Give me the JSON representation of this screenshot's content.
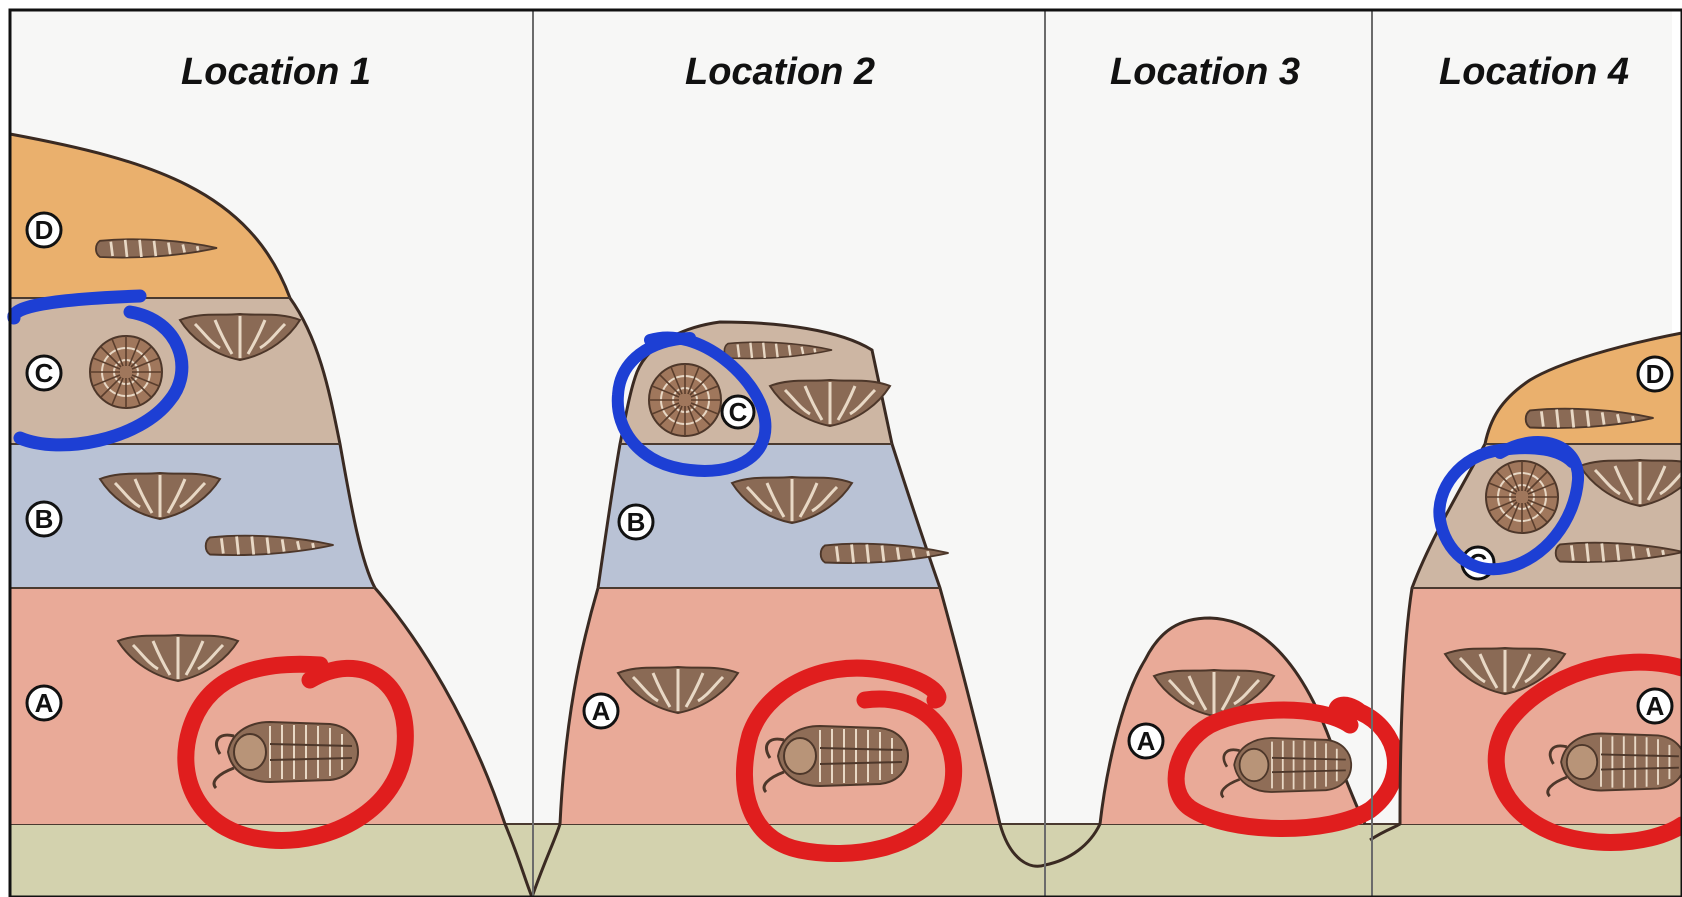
{
  "locations": [
    {
      "title": "Location 1"
    },
    {
      "title": "Location 2"
    },
    {
      "title": "Location 3"
    },
    {
      "title": "Location 4"
    }
  ],
  "layers": {
    "a": "A",
    "b": "B",
    "c": "C",
    "d": "D"
  },
  "colors": {
    "layer_a": "#e9aa98",
    "layer_b": "#b9c2d5",
    "layer_c": "#cdb6a3",
    "layer_d": "#eab06d",
    "base": "#d3d2ae",
    "fossil": "#8a6a55",
    "highlight_red": "#e01e1e",
    "highlight_blue": "#1d3fd4"
  },
  "icons": [
    "cone-shell-fossil-icon",
    "brachiopod-fossil-icon",
    "ammonite-fossil-icon",
    "trilobite-fossil-icon"
  ]
}
